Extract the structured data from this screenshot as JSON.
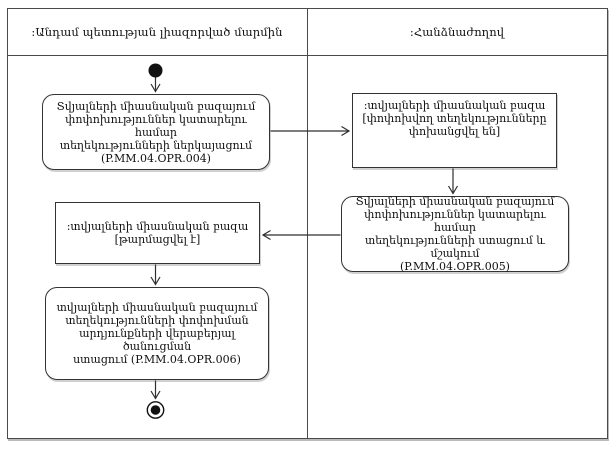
{
  "diagram": {
    "type": "uml-activity-swimlane",
    "lanes": [
      {
        "label": ":Անդամ պետության լիազորված մարմին"
      },
      {
        "label": ":Հանձնաժողով"
      }
    ],
    "nodes": {
      "opr004": {
        "kind": "action",
        "text": "Տվյալների միասնական բազայում\nփոփոխություններ կատարելու համար\nտեղեկությունների ներկայացում\n(P.MM.04.OPR.004)"
      },
      "transferred": {
        "kind": "object",
        "text": ":տվյալների միասնական բազա\n[փոփոխվող տեղեկությունները\nփոխանցվել են]"
      },
      "opr005": {
        "kind": "action",
        "text": "Տվյալների միասնական բազայում\nփոփոխություններ կատարելու համար\nտեղեկությունների ստացում և մշակում\n(P.MM.04.OPR.005)"
      },
      "updated": {
        "kind": "object",
        "text": ":տվյալների միասնական բազա\n[թարմացվել է]"
      },
      "opr006": {
        "kind": "action",
        "text": "տվյալների միասնական բազայում\nտեղեկությունների փոփոխման\nարդյունքների վերաբերյալ ծանուցման\nստացում (P.MM.04.OPR.006)"
      },
      "start": {
        "kind": "initial-node"
      },
      "end": {
        "kind": "activity-final-node"
      }
    },
    "colors": {
      "line": "#2f2f2f",
      "border": "#333333",
      "frame": "#4a4a4a",
      "text": "#101010",
      "background": "#ffffff"
    }
  }
}
